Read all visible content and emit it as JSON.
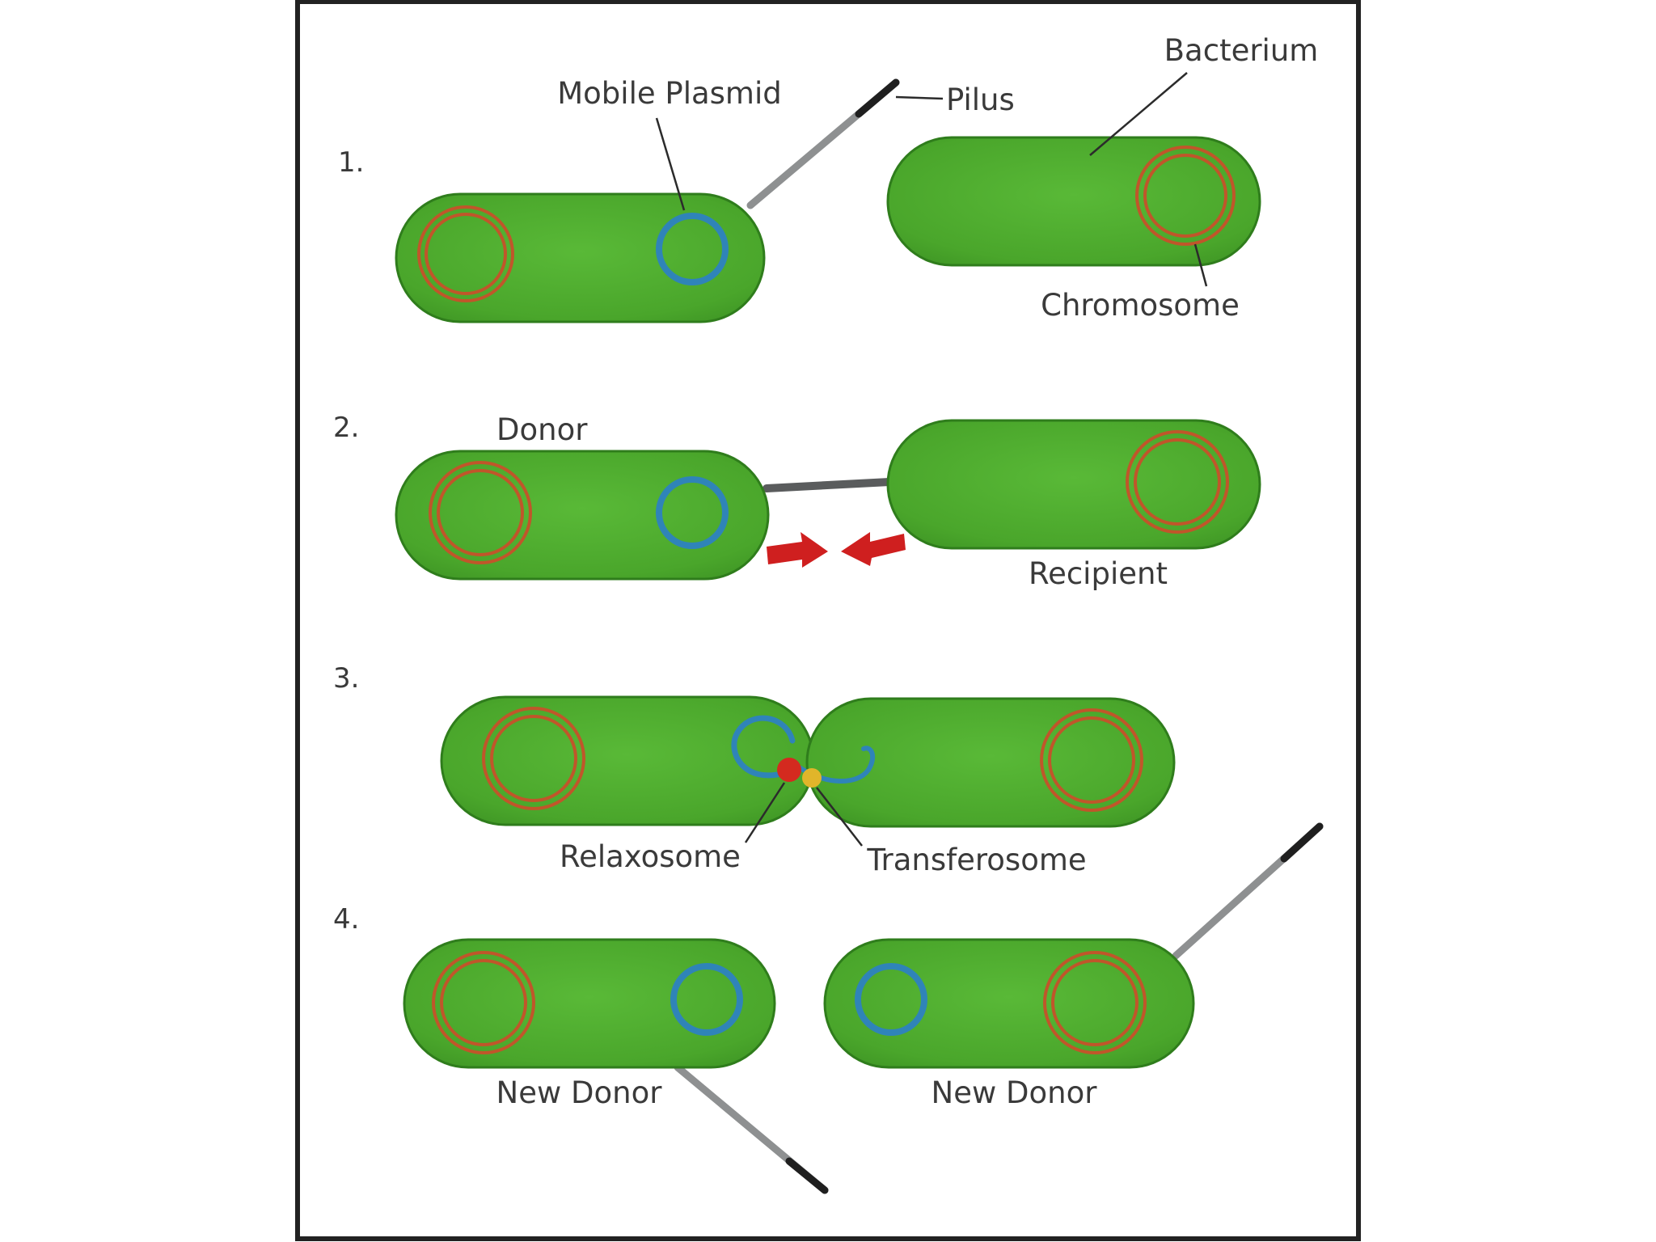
{
  "colors": {
    "cell_fill": "#4fae2e",
    "cell_edge": "#2f7d1c",
    "chromosome": "#c0562a",
    "plasmid": "#2f84b8",
    "pilus": "#8e9091",
    "arrow": "#cf1f1f",
    "relaxosome": "#d42a1f",
    "transferosome": "#e1b52a",
    "frame": "#222222"
  },
  "steps": [
    {
      "number": "1."
    },
    {
      "number": "2."
    },
    {
      "number": "3."
    },
    {
      "number": "4."
    }
  ],
  "labels": {
    "mobile_plasmid": "Mobile Plasmid",
    "pilus": "Pilus",
    "bacterium": "Bacterium",
    "chromosome": "Chromosome",
    "donor": "Donor",
    "recipient": "Recipient",
    "relaxosome": "Relaxosome",
    "transferosome": "Transferosome",
    "new_donor_left": "New Donor",
    "new_donor_right": "New Donor"
  }
}
